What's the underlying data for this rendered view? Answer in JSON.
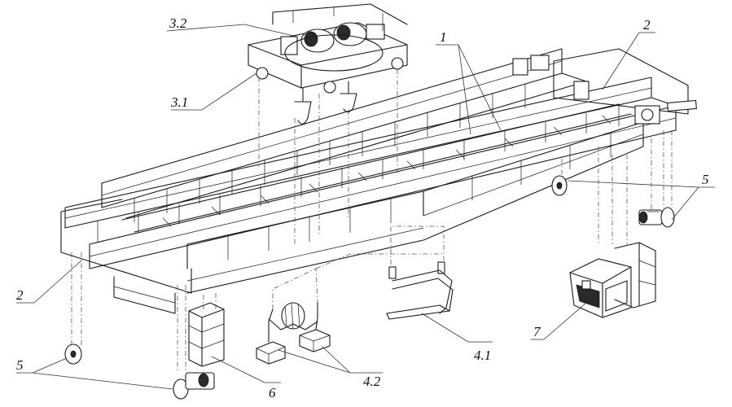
{
  "labels": {
    "trolley_hoist": "3.2",
    "trolley_frame": "3.1",
    "bridge": "1",
    "end_beam_right": "2",
    "end_beam_left": "2",
    "wheel_right": "5",
    "wheel_left": "5",
    "tongs": "4.1",
    "grab": "4.2",
    "cabin": "7",
    "ladder_cage": "6"
  }
}
